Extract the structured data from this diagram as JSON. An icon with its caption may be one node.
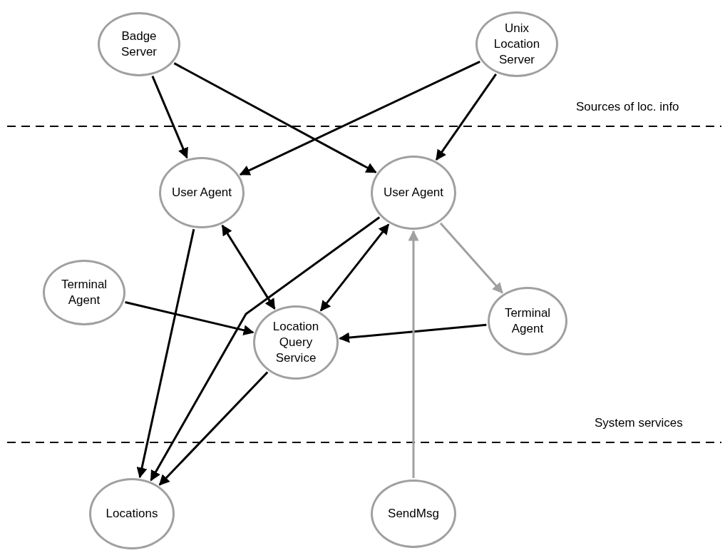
{
  "diagram": {
    "nodes": [
      {
        "text": [
          "Badge Server"
        ]
      },
      {
        "text": [
          "Unix Location Server"
        ]
      },
      {
        "text": [
          "User Agent"
        ]
      },
      {
        "text": [
          "User Agent"
        ]
      },
      {
        "text": [
          "Terminal Agent"
        ]
      },
      {
        "text": [
          "Terminal Agent"
        ]
      },
      {
        "text": [
          "Location Query Service"
        ]
      },
      {
        "text": [
          "Locations"
        ]
      },
      {
        "text": [
          "SendMsg"
        ]
      }
    ],
    "edges": [
      {
        "from": 0,
        "to": 2,
        "arrow": "to"
      },
      {
        "from": 0,
        "to": 3,
        "arrow": "to"
      },
      {
        "from": 1,
        "to": 2,
        "arrow": "to"
      },
      {
        "from": 1,
        "to": 3,
        "arrow": "to"
      },
      {
        "from": 2,
        "to": 7,
        "arrow": "to"
      },
      {
        "from": 3,
        "to": 7,
        "arrow": "to"
      },
      {
        "from": 2,
        "to": 6,
        "arrow": "both"
      },
      {
        "from": 3,
        "to": 6,
        "arrow": "both"
      },
      {
        "from": 4,
        "to": 6,
        "arrow": "to"
      },
      {
        "from": 5,
        "to": 6,
        "arrow": "to"
      },
      {
        "from": 6,
        "to": 7,
        "arrow": "to"
      },
      {
        "from": 3,
        "to": 5,
        "arrow": "to",
        "color": "#a0a0a0"
      },
      {
        "from": 8,
        "to": 3,
        "arrow": "to",
        "color": "#a0a0a0"
      }
    ],
    "labels": [
      "Sources of loc. info",
      "System services"
    ]
  }
}
